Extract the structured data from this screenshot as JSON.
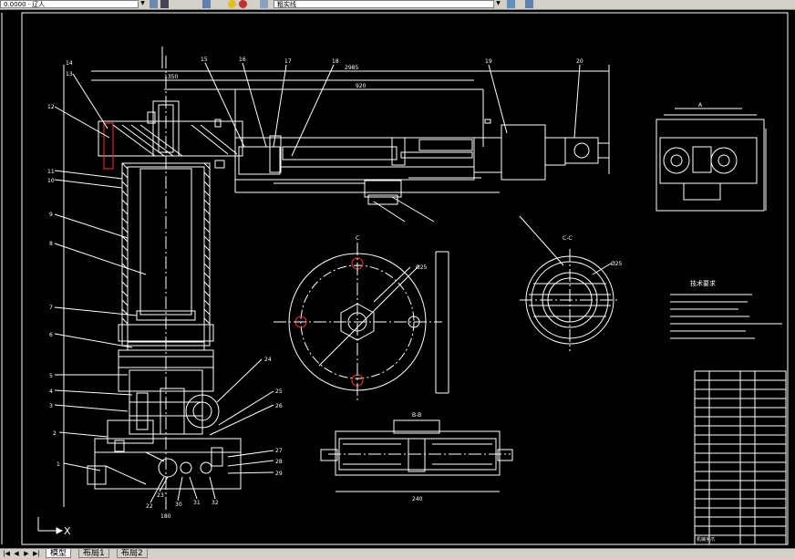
{
  "toolbar": {
    "layer_combo_value": "0.0000 · 辽人",
    "linetype_combo_value": "粗实线"
  },
  "drawing": {
    "callouts_left": [
      "1",
      "2",
      "3",
      "4",
      "5",
      "6",
      "7",
      "8",
      "9",
      "10",
      "11",
      "12",
      "13",
      "14"
    ],
    "callouts_top": [
      "15",
      "16",
      "17",
      "18",
      "19",
      "20"
    ],
    "callouts_right": [
      "24",
      "25",
      "26",
      "27",
      "28",
      "29"
    ],
    "callouts_bottom": [
      "22",
      "23",
      "30",
      "31",
      "32"
    ],
    "section_label_top": "C",
    "section_label_cc": "C-C",
    "section_label_bb": "B-B",
    "view_label_a": "A",
    "dim_d1": "Ø25",
    "dim_d2": "Ø25",
    "dim_len_1": "2985",
    "dim_len_2": "1350",
    "dim_len_3": "920",
    "dim_len_4": "240",
    "dim_len_5": "180",
    "tech_title": "技术要求",
    "title_block_name": "机械手爪"
  },
  "ucs": {
    "x_label": "X"
  },
  "tabs": [
    {
      "label": "模型",
      "active": true
    },
    {
      "label": "布局1",
      "active": false
    },
    {
      "label": "布局2",
      "active": false
    }
  ],
  "colors": {
    "background": "#000000",
    "lines": "#ffffff",
    "accent": "#ff3333",
    "ui_gray": "#d4d0c8"
  }
}
